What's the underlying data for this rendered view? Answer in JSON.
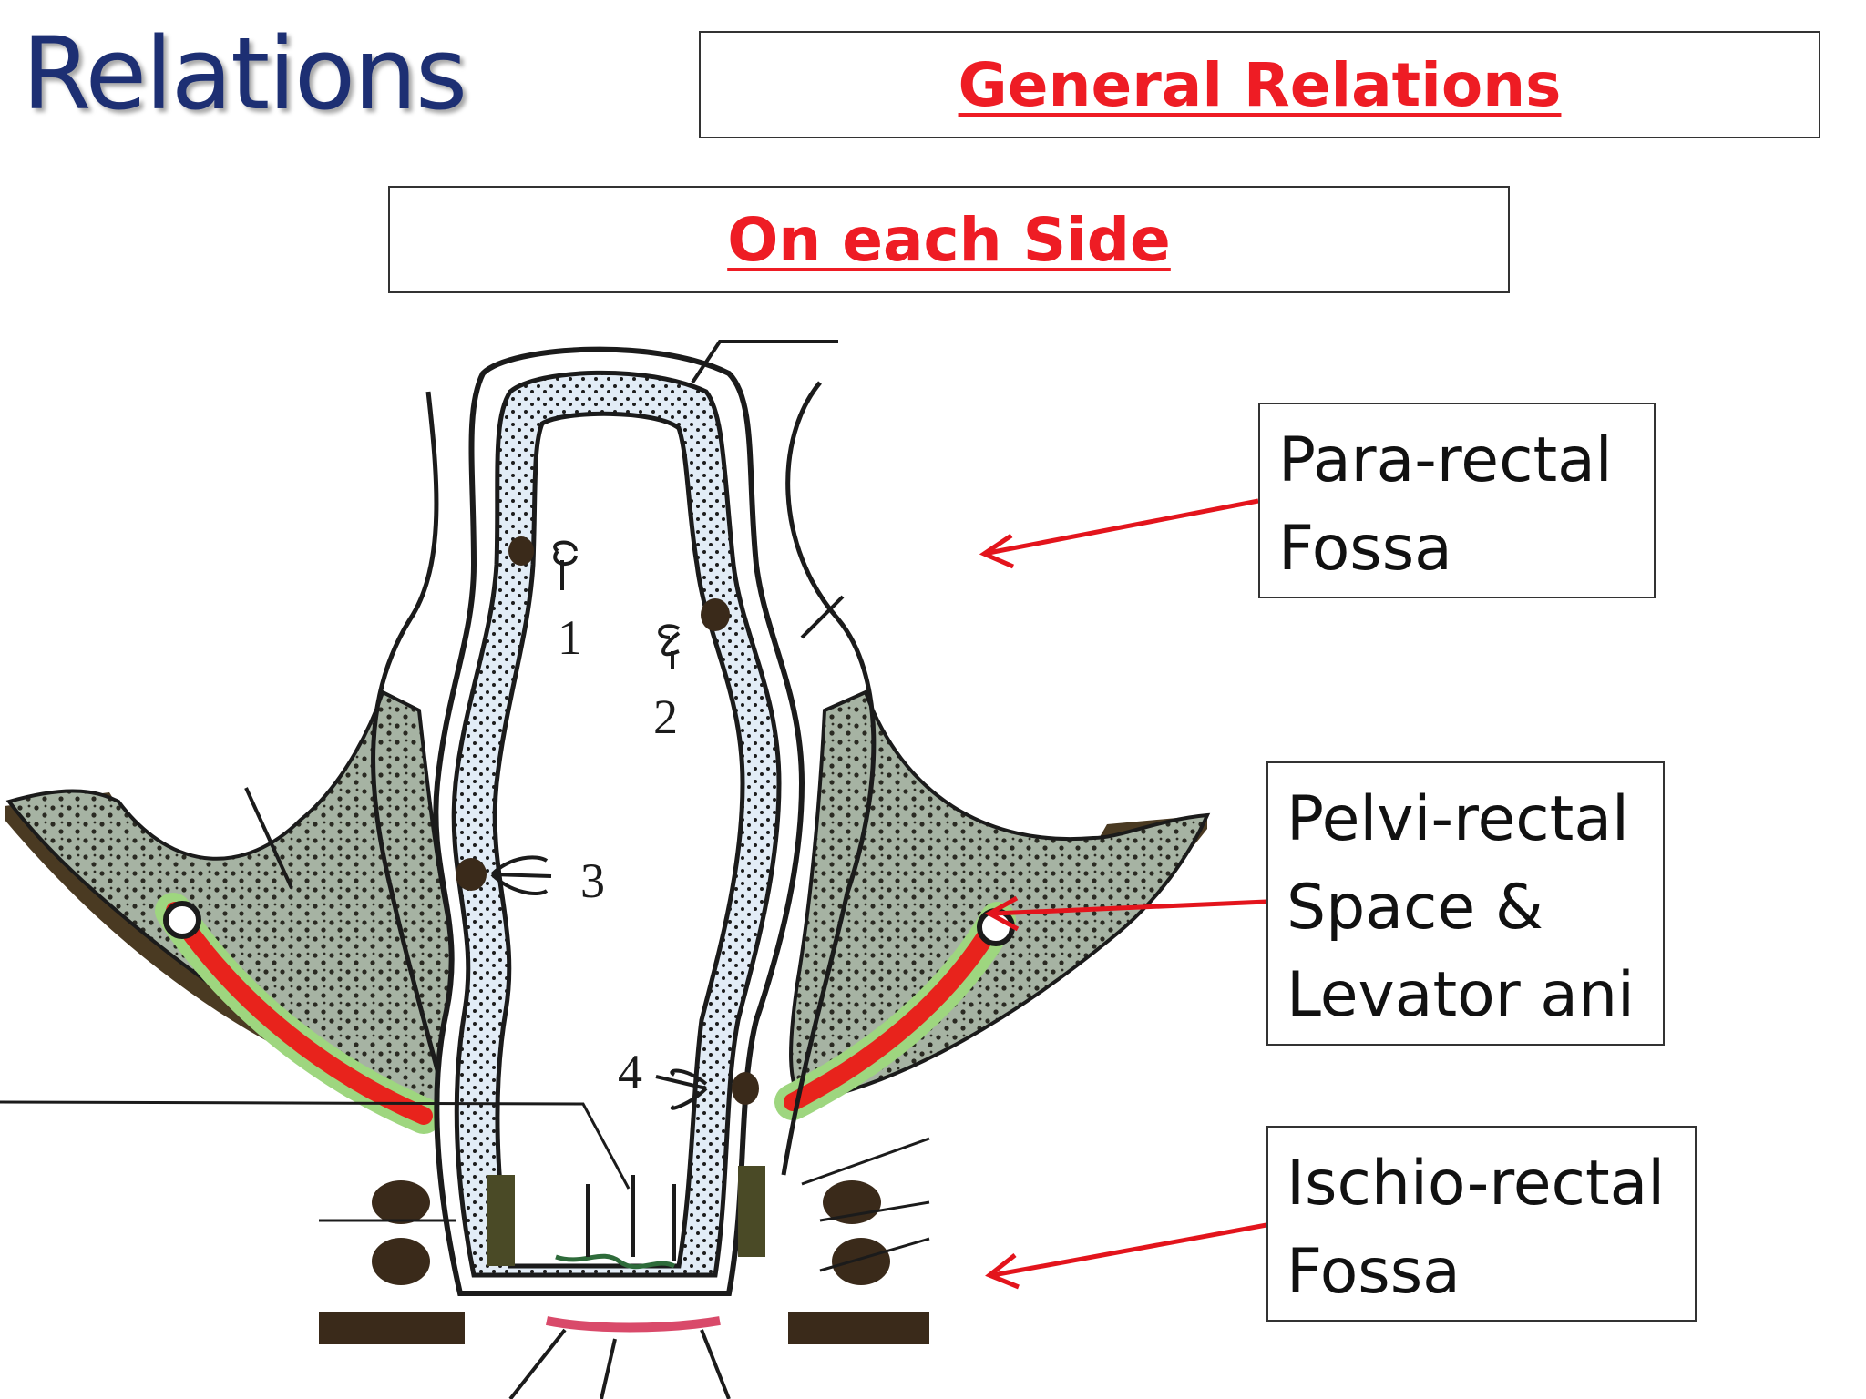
{
  "slide": {
    "title": "Relations"
  },
  "headers": {
    "general": "General Relations",
    "each_side": "On each Side"
  },
  "labels": {
    "pararectal": [
      "Para-rectal",
      "Fossa"
    ],
    "pelvirectal": [
      "Pelvi-rectal",
      "Space &",
      "Levator ani"
    ],
    "ischiorectal": [
      "Ischio-rectal",
      "Fossa"
    ]
  },
  "diagram": {
    "numbers": [
      "1",
      "2",
      "3",
      "4"
    ]
  },
  "colors": {
    "title": "#1d2f73",
    "accent_red": "#ee1c24",
    "arrow": "#e3141c",
    "muscle_red": "#e8231c",
    "muscle_green": "#9ed67f",
    "stipple_fill": "#a3b2a2",
    "dark_brown": "#4a3a22",
    "mucosa_blue": "#dde9f4"
  }
}
